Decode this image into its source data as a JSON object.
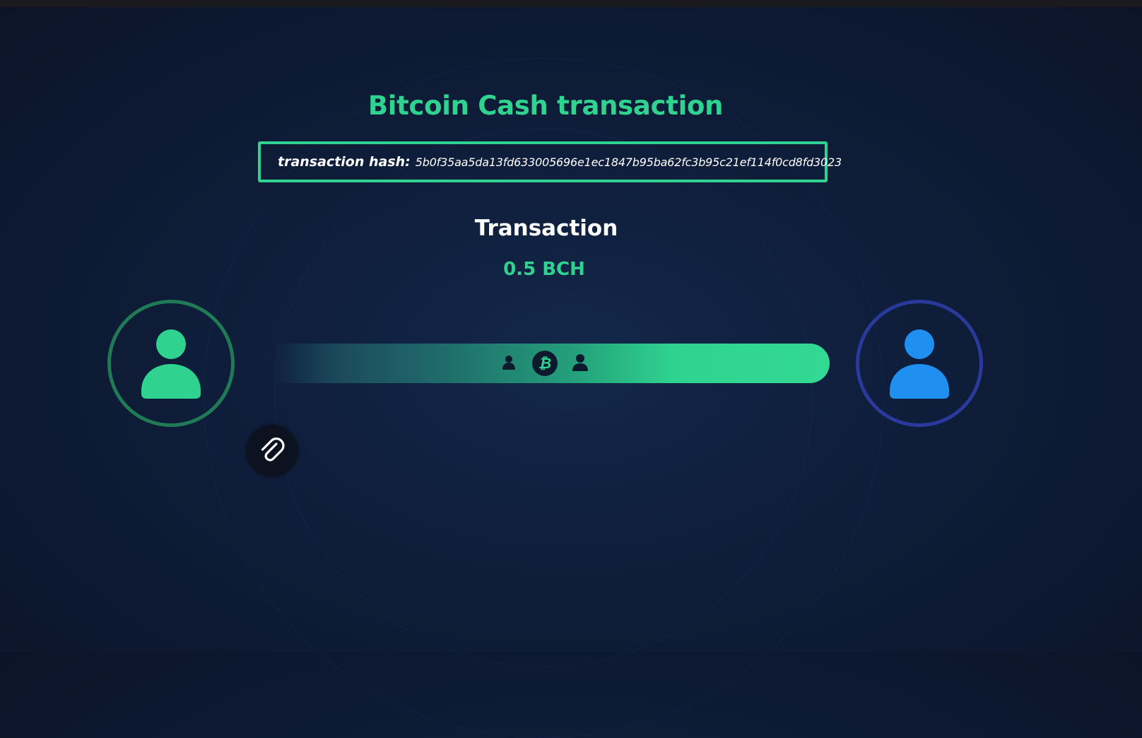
{
  "title": "Bitcoin Cash transaction",
  "hash": {
    "label": "transaction hash:",
    "value": "5b0f35aa5da13fd633005696e1ec1847b95ba62fc3b95c21ef114f0cd8fd3023"
  },
  "transaction": {
    "heading": "Transaction",
    "amount": "0.5 BCH"
  },
  "progress": {
    "fraction": 1.0
  },
  "colors": {
    "accent_green": "#2fd38f",
    "sender_ring": "#1f7a55",
    "receiver_ring": "#2a3a9c",
    "receiver_fill": "#1f8ff0"
  },
  "icons": {
    "sender": "user-icon",
    "receiver": "user-icon",
    "bitcoin": "bitcoin-icon",
    "attachment": "paperclip-icon"
  }
}
